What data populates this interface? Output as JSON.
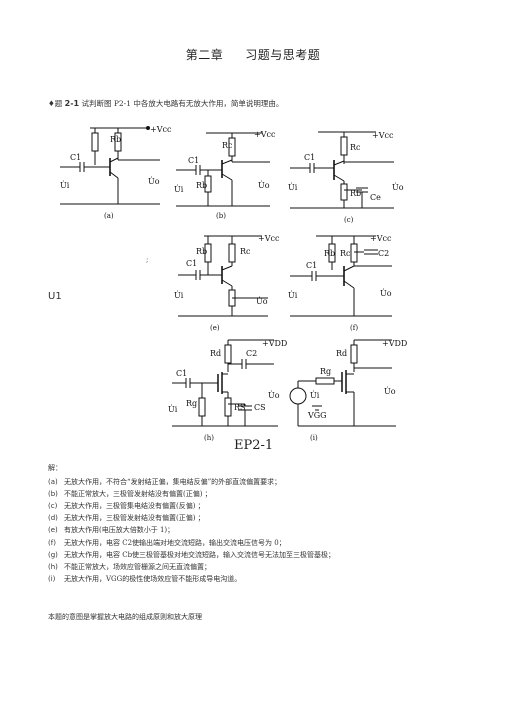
{
  "title": {
    "chapter": "第二章",
    "subject": "习题与思考题"
  },
  "intro": {
    "bullet": "♦题",
    "num": "2-1",
    "text": "试判断图 P2-1 中各放大电路有无放大作用，简单说明理由。"
  },
  "side_mark": ";",
  "side_u1": "U1",
  "figure_label": "EP2-1",
  "circuit_labels": {
    "a": "(a)",
    "b": "(b)",
    "c": "(c)",
    "e": "(e)",
    "f": "(f)",
    "h": "(h)",
    "i": "(i)",
    "vcc": "+Vcc",
    "vdd": "+VDD",
    "c1": "C1",
    "c2": "C2",
    "cs": "CS",
    "ce": "Ce",
    "rc": "Rc",
    "rb": "Rb",
    "rd": "Rd",
    "rg": "Rg",
    "rs": "RS",
    "ui": "U̇i",
    "uo": "U̇o",
    "vgg": "VGG"
  },
  "answers": {
    "head": "解：",
    "items": [
      {
        "label": "(a)",
        "text": "无放大作用，不符合“发射结正偏，集电结反偏”的外部直流偏置要求；"
      },
      {
        "label": "(b)",
        "text": "不能正常放大，三极管发射结没有偏置(正偏)          ；"
      },
      {
        "label": "(c)",
        "text": "无放大作用，三极管集电结没有偏置(反偏)    ；"
      },
      {
        "label": "(d)",
        "text": "无放大作用，三极管发射结没有偏置(正偏)    ；"
      },
      {
        "label": "(e)",
        "text": "有放大作用(电压放大倍数小于        1)；"
      },
      {
        "label": "(f)",
        "text": "无放大作用，电容  C2使输出端对地交流短路，输出交流电压信号为          0；"
      },
      {
        "label": "(g)",
        "text": "无放大作用，电容  Cb使三极管基极对地交流短路，输入交流信号无法加至三极管基极；"
      },
      {
        "label": "(h)",
        "text": "不能正常放大，场效应管栅源之间无直流偏置；"
      },
      {
        "label": "(i)",
        "text": "无放大作用，VGG的极性使场效应管不能形成导电沟道。"
      }
    ]
  },
  "footer": "本题的意图是掌握放大电路的组成原则和放大原理"
}
